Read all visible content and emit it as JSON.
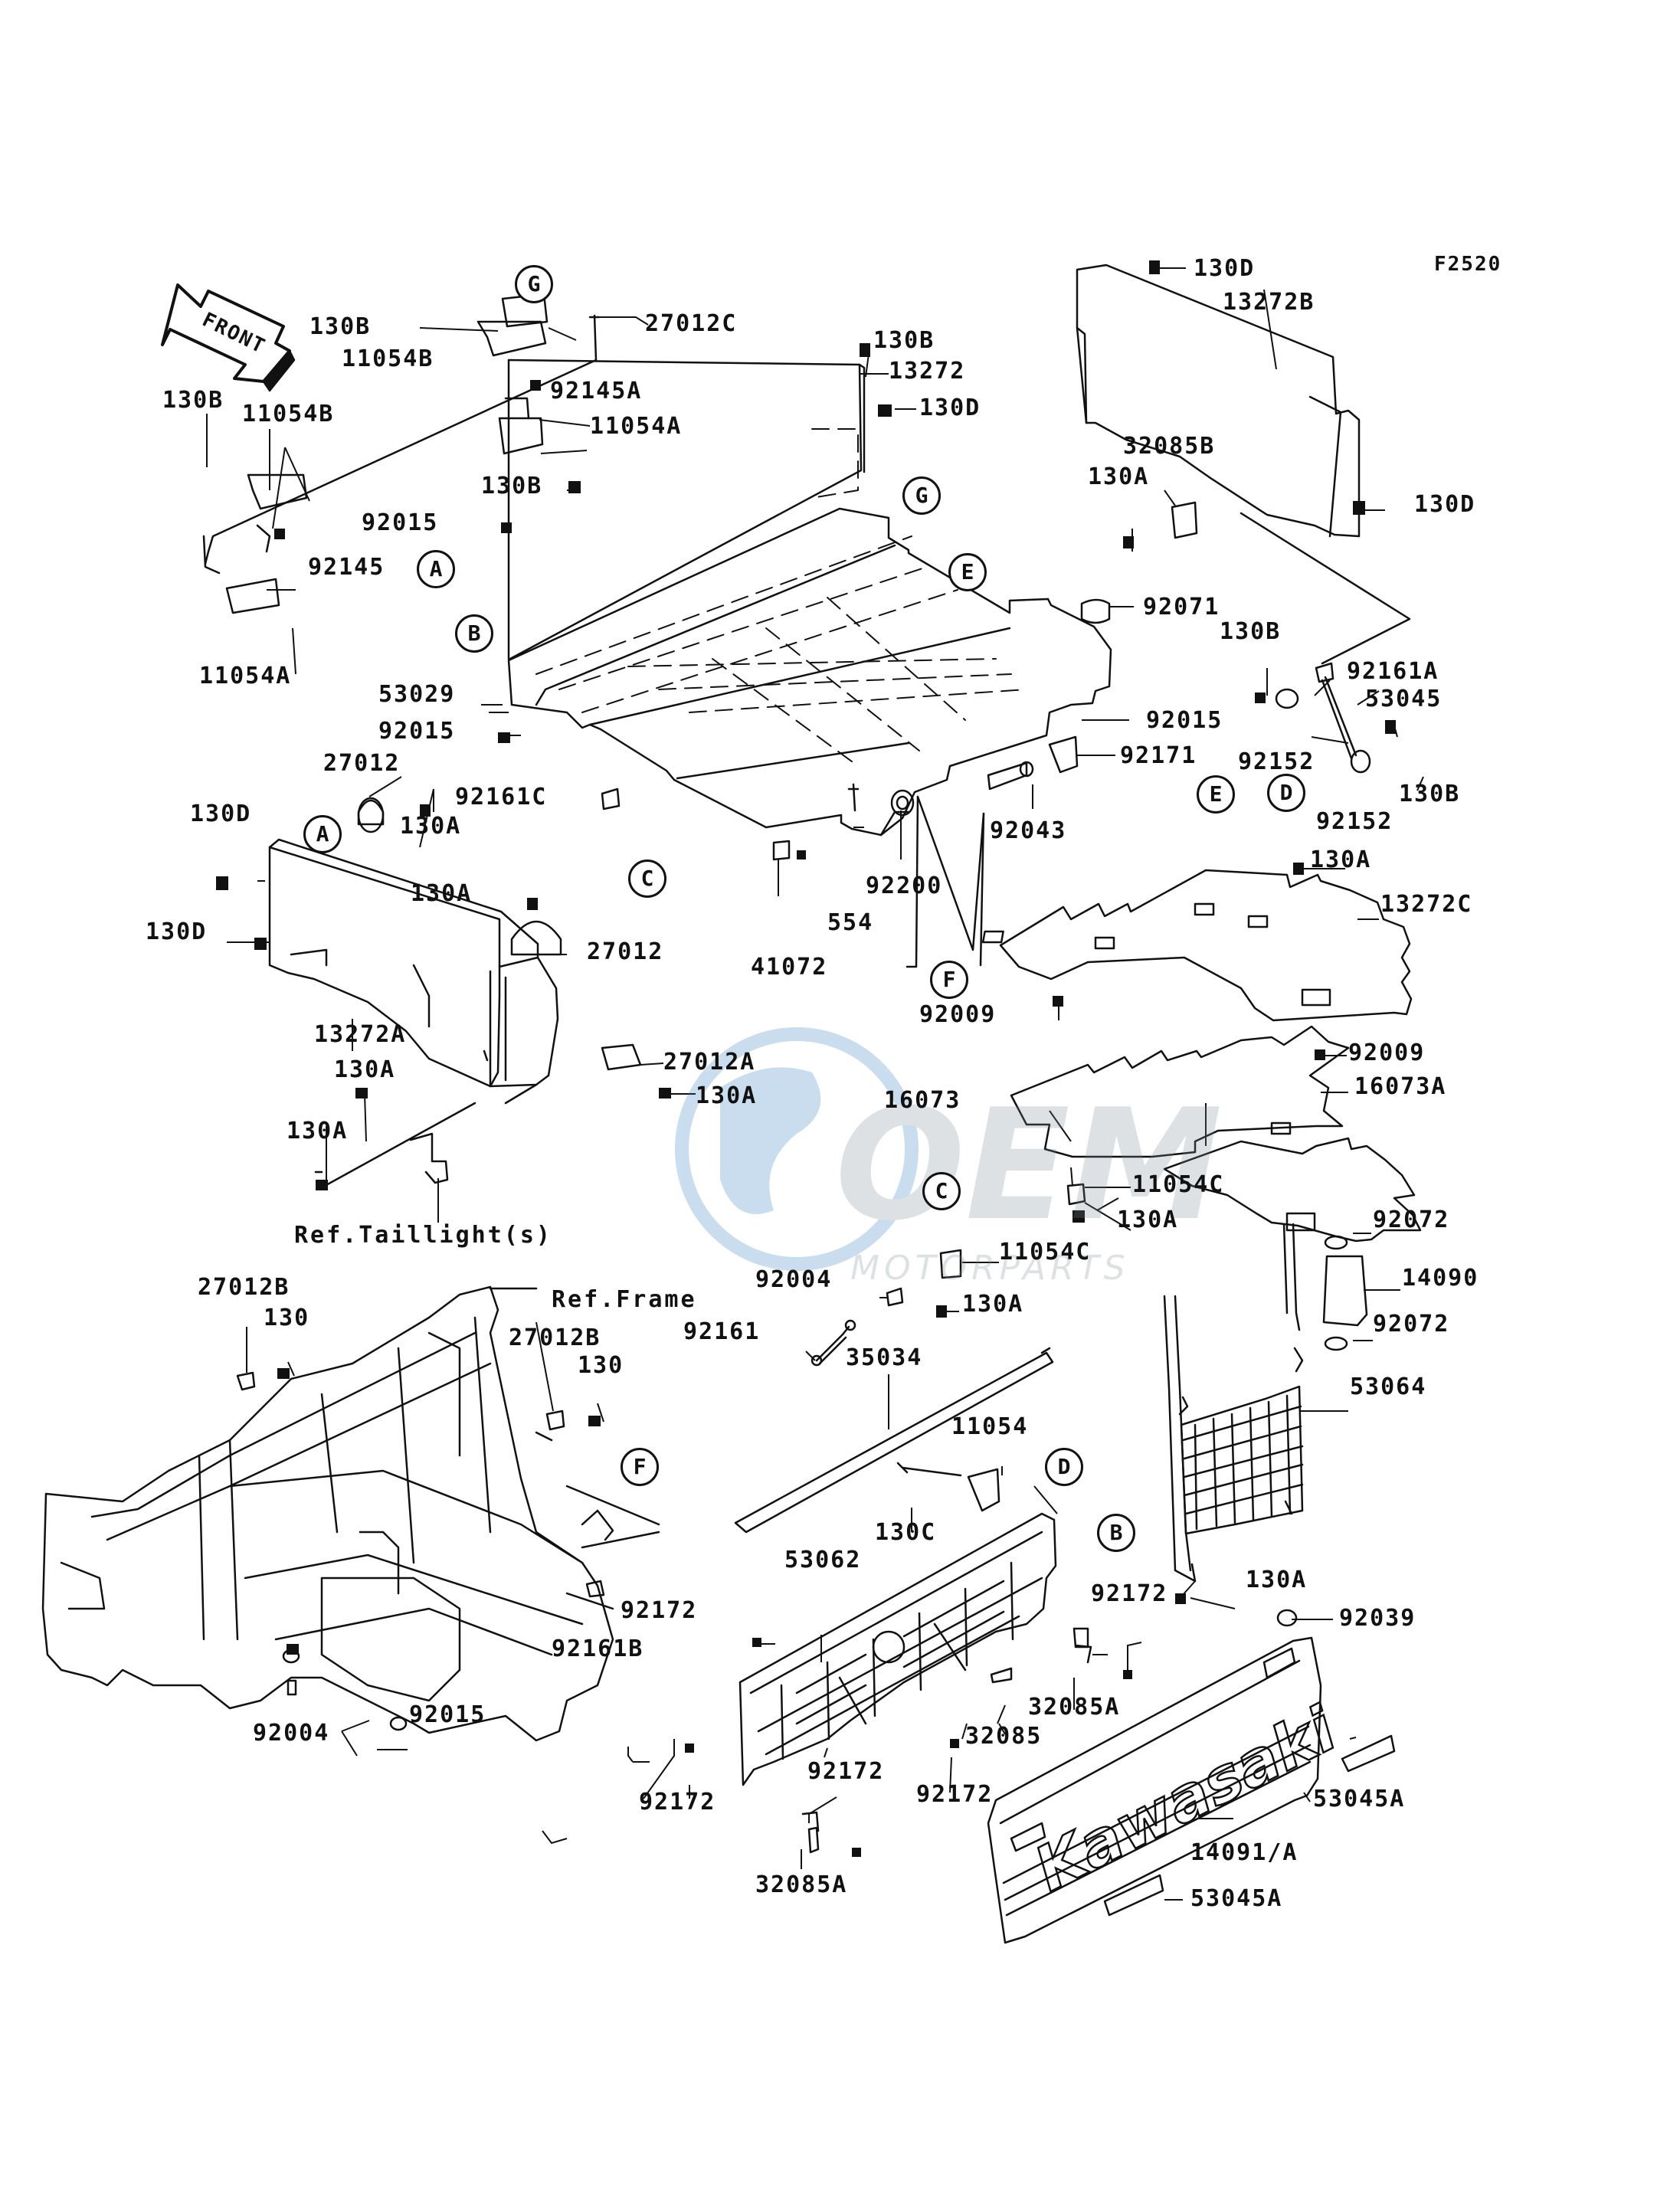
{
  "figure_id": "F2520",
  "front_arrow_label": "FRONT",
  "watermark": {
    "brand": "OEM",
    "sub": "MOTORPARTS"
  },
  "brand_text": "Kawasaki",
  "callouts": [
    "G",
    "G",
    "A",
    "B",
    "E",
    "A",
    "C",
    "F",
    "E",
    "D",
    "C",
    "D",
    "B",
    "F"
  ],
  "labels": {
    "l_27012C": "27012C",
    "l_130B_a": "130B",
    "l_11054B_a": "11054B",
    "l_92145A": "92145A",
    "l_11054A_a": "11054A",
    "l_130B_b": "130B",
    "l_11054B_b": "11054B",
    "l_92145": "92145",
    "l_11054A_b": "11054A",
    "l_130B_c": "130B",
    "l_13272": "13272",
    "l_130D_a": "130D",
    "l_130B_d": "130B",
    "l_92015_a": "92015",
    "l_53029": "53029",
    "l_92015_b": "92015",
    "l_27012_a": "27012",
    "l_92161C": "92161C",
    "l_130D_b": "130D",
    "l_130A_a": "130A",
    "l_130A_b": "130A",
    "l_130D_c": "130D",
    "l_27012_b": "27012",
    "l_13272A": "13272A",
    "l_27012A": "27012A",
    "l_130A_c": "130A",
    "l_130A_d": "130A",
    "l_130A_e": "130A",
    "l_ref_tail": "Ref.Taillight(s)",
    "l_554": "554",
    "l_92200": "92200",
    "l_41072": "41072",
    "l_92043": "92043",
    "l_92171": "92171",
    "l_92071": "92071",
    "l_92015_c": "92015",
    "l_130D_d": "130D",
    "l_13272B": "13272B",
    "l_32085B": "32085B",
    "l_130A_f": "130A",
    "l_130D_e": "130D",
    "l_130B_e": "130B",
    "l_92161A": "92161A",
    "l_53045": "53045",
    "l_92152_a": "92152",
    "l_92152_b": "92152",
    "l_130B_f": "130B",
    "l_130A_g": "130A",
    "l_13272C": "13272C",
    "l_92009_a": "92009",
    "l_92009_b": "92009",
    "l_16073": "16073",
    "l_16073A": "16073A",
    "l_11054C_a": "11054C",
    "l_130A_h": "130A",
    "l_11054C_b": "11054C",
    "l_92004_a": "92004",
    "l_130A_i": "130A",
    "l_92161": "92161",
    "l_92072_a": "92072",
    "l_14090": "14090",
    "l_92072_b": "92072",
    "l_53064": "53064",
    "l_27012B_a": "27012B",
    "l_130_a": "130",
    "l_ref_frame": "Ref.Frame",
    "l_27012B_b": "27012B",
    "l_130_b": "130",
    "l_35034": "35034",
    "l_11054": "11054",
    "l_130C": "130C",
    "l_53062": "53062",
    "l_92172_a": "92172",
    "l_92172_b": "92172",
    "l_130A_j": "130A",
    "l_92039": "92039",
    "l_32085A_a": "32085A",
    "l_32085": "32085",
    "l_92161B": "92161B",
    "l_92004_b": "92004",
    "l_92015_d": "92015",
    "l_92172_c": "92172",
    "l_92172_d": "92172",
    "l_92172_e": "92172",
    "l_32085A_b": "32085A",
    "l_53045A_a": "53045A",
    "l_14091A": "14091/A",
    "l_53045A_b": "53045A"
  }
}
